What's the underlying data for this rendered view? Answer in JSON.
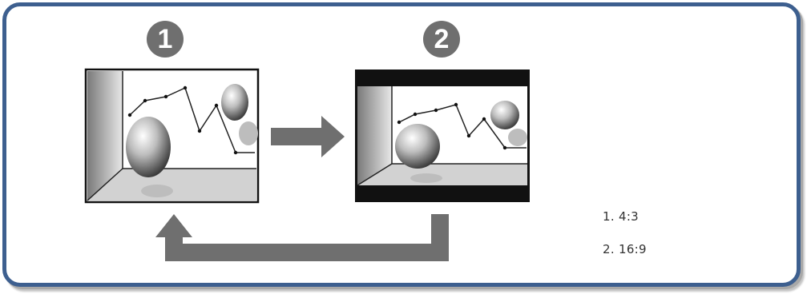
{
  "badges": {
    "one": "1",
    "two": "2"
  },
  "legend": {
    "item1": "1. 4:3",
    "item2": "2. 16:9"
  },
  "colors": {
    "frame": "#3d5f8f",
    "badge": "#6f6f6f",
    "arrow": "#6f6f6f",
    "letterbox": "#111111"
  }
}
